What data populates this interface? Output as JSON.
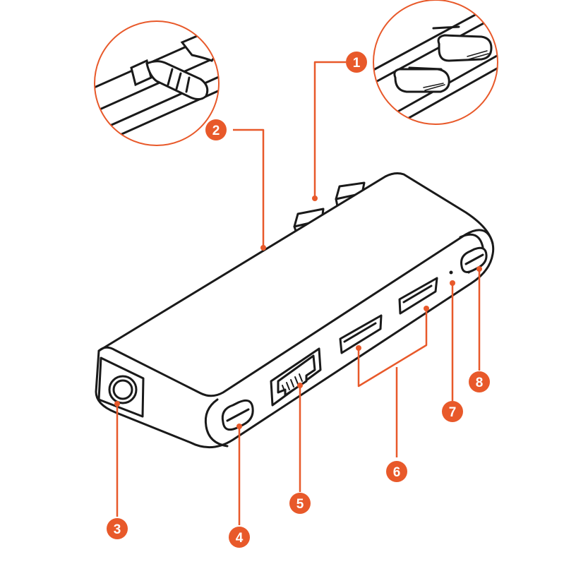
{
  "diagram": {
    "accent_color": "#e8592a",
    "outline_color": "#1a1a1a",
    "body_color": "#ffffff",
    "callouts": [
      {
        "number": "1",
        "part": "usb-c-plugs"
      },
      {
        "number": "2",
        "part": "audio-jack-top"
      },
      {
        "number": "3",
        "part": "audio-jack-port"
      },
      {
        "number": "4",
        "part": "usb-c-port-left"
      },
      {
        "number": "5",
        "part": "ethernet-port"
      },
      {
        "number": "6",
        "part": "usb-a-ports"
      },
      {
        "number": "7",
        "part": "led-indicator"
      },
      {
        "number": "8",
        "part": "usb-c-port-right"
      }
    ]
  }
}
